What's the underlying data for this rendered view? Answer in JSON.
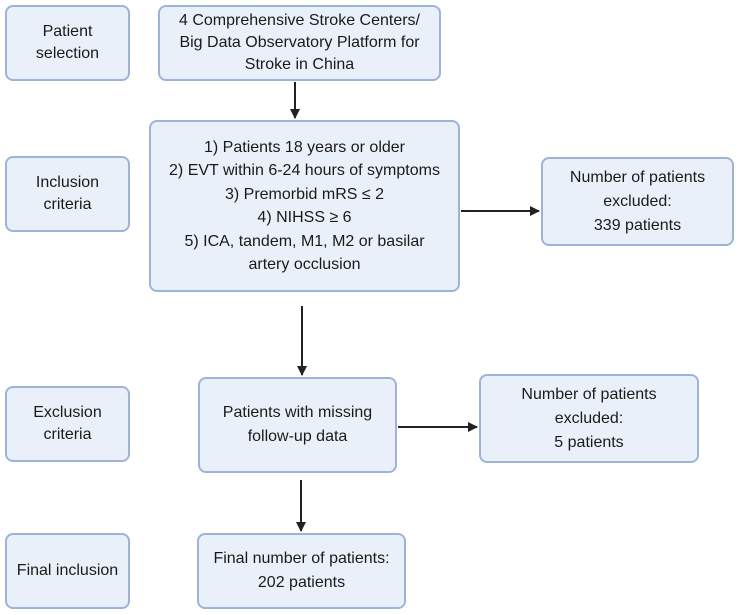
{
  "stages": {
    "patient_selection": [
      "Patient",
      "selection"
    ],
    "inclusion_criteria": [
      "Inclusion",
      "criteria"
    ],
    "exclusion_criteria": [
      "Exclusion",
      "criteria"
    ],
    "final_inclusion": [
      "Final inclusion"
    ]
  },
  "source": [
    "4 Comprehensive Stroke Centers/",
    "Big Data Observatory Platform for",
    "Stroke in China"
  ],
  "inclusion": [
    "1) Patients 18 years or older",
    "2) EVT within 6-24 hours of symptoms",
    "3) Premorbid mRS ≤ 2",
    "4) NIHSS ≥ 6",
    "5) ICA, tandem, M1, M2 or basilar",
    "artery occlusion"
  ],
  "excluded_1": [
    "Number of patients",
    "excluded:",
    "339 patients"
  ],
  "exclusion": [
    "Patients with missing",
    "follow-up data"
  ],
  "excluded_2": [
    "Number of patients",
    "excluded:",
    "5 patients"
  ],
  "final": [
    "Final number of patients:",
    "202 patients"
  ],
  "colors": {
    "box_fill": "#eaf0fa",
    "box_border": "#9db4d8",
    "arrow": "#222222"
  }
}
